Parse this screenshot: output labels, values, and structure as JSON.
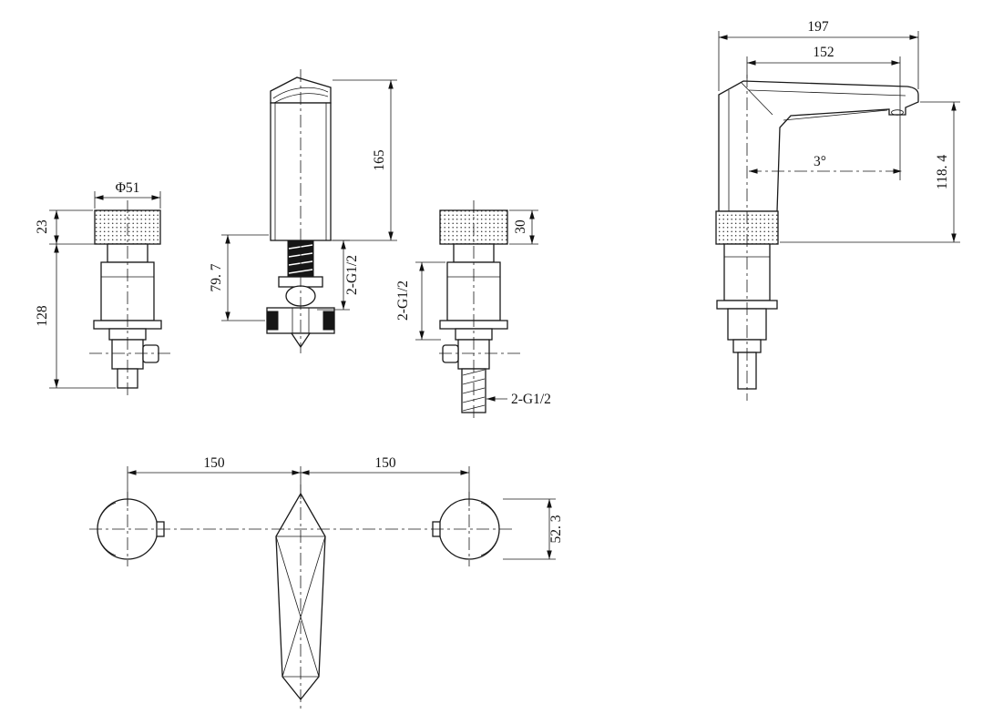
{
  "colors": {
    "background": "#ffffff",
    "line": "#1a1a1a"
  },
  "dimensions": {
    "handle_diameter": "Φ51",
    "handle_cap_height": "23",
    "handle_height": "128",
    "spout_height": "165",
    "spout_lower_height": "79. 7",
    "spout_thread": "2-G1/2",
    "valve_cap_height": "30",
    "valve_thread_side": "2-G1/2",
    "valve_thread_bottom": "2-G1/2",
    "side_length": "197",
    "side_reach": "152",
    "side_height": "118. 4",
    "side_angle": "3°",
    "plan_pitch_left": "150",
    "plan_pitch_right": "150",
    "plan_width": "52. 3"
  }
}
